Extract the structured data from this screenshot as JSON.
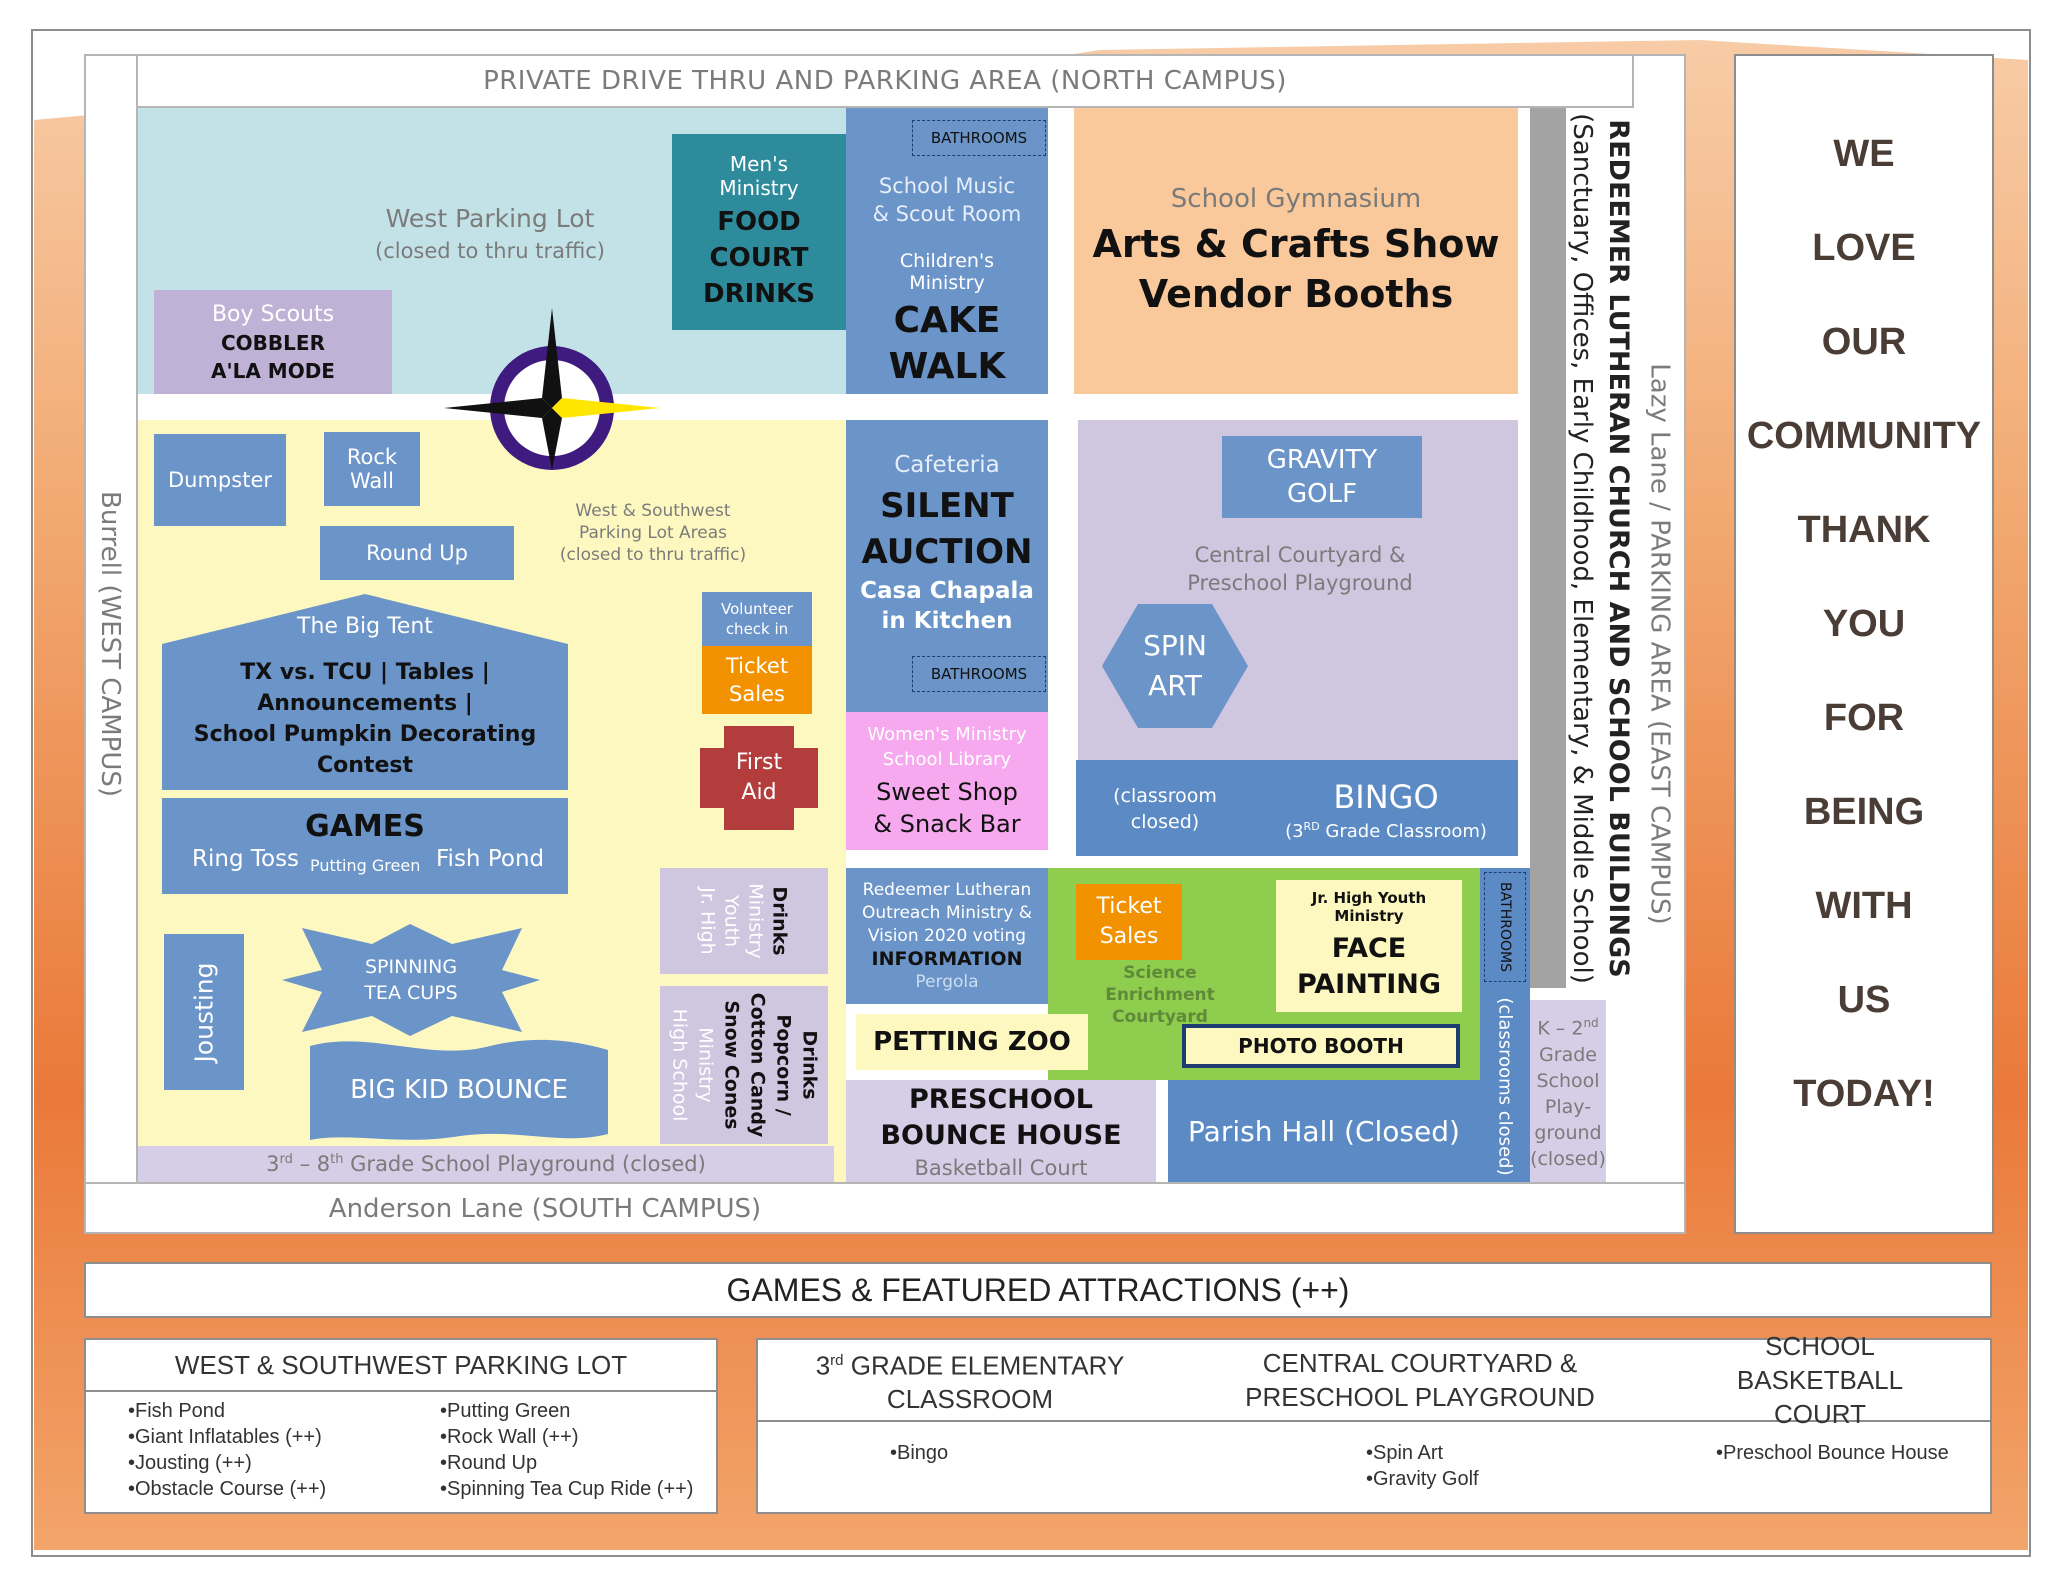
{
  "map": {
    "north": "PRIVATE DRIVE THRU AND PARKING AREA  (NORTH CAMPUS)",
    "south": "Anderson Lane  (SOUTH CAMPUS)",
    "west": "Burrell  (WEST CAMPUS)",
    "east": "Lazy Lane / PARKING AREA (EAST CAMPUS)",
    "church_title": "REDEEMER LUTHERAN CHURCH AND SCHOOL BUILDINGS",
    "church_sub": "(Sanctuary, Offices, Early Childhood, Elementary, & Middle School)",
    "west_lot": {
      "title": "West Parking Lot",
      "sub": "(closed to thru traffic)"
    },
    "boy_scouts": {
      "org": "Boy Scouts",
      "l1": "COBBLER",
      "l2": "A'LA MODE"
    },
    "food_court": {
      "org1": "Men's",
      "org2": "Ministry",
      "l1": "FOOD",
      "l2": "COURT",
      "l3": "DRINKS"
    },
    "bathrooms": "BATHROOMS",
    "music_room": {
      "l1": "School Music",
      "l2": "& Scout Room"
    },
    "cake_walk": {
      "org1": "Children's",
      "org2": "Ministry",
      "l1": "CAKE",
      "l2": "WALK"
    },
    "gym": {
      "title": "School Gymnasium",
      "l1": "Arts & Crafts Show",
      "l2": "Vendor Booths"
    },
    "dumpster": "Dumpster",
    "rock_wall": {
      "l1": "Rock",
      "l2": "Wall"
    },
    "round_up": "Round Up",
    "sw_lot": {
      "l1": "West & Southwest",
      "l2": "Parking Lot Areas",
      "l3": "(closed to thru traffic)"
    },
    "big_tent": {
      "title": "The Big Tent",
      "l1": "TX vs. TCU | Tables |",
      "l2": "Announcements |",
      "l3": "School Pumpkin Decorating",
      "l4": "Contest"
    },
    "games": {
      "title": "GAMES",
      "ring": "Ring Toss",
      "putting": "Putting Green",
      "fish": "Fish Pond"
    },
    "jousting": "Jousting",
    "tea_cups": {
      "l1": "SPINNING",
      "l2": "TEA CUPS"
    },
    "big_kid": "BIG KID BOUNCE",
    "volunteer": {
      "l1": "Volunteer",
      "l2": "check in"
    },
    "ticket_sales": {
      "l1": "Ticket",
      "l2": "Sales"
    },
    "first_aid": {
      "l1": "First",
      "l2": "Aid"
    },
    "jr_high_drinks": {
      "l1": "Jr. High",
      "l2": "Youth",
      "l3": "Ministry",
      "l4": "Drinks"
    },
    "high_school": {
      "l1": "High School",
      "l2": "Ministry",
      "l3": "Snow Cones",
      "l4": "Cotton Candy",
      "l5": "Popcorn /",
      "l6": "Drinks"
    },
    "playground_38": {
      "pre": "3",
      "sup1": "rd",
      "mid": " – 8",
      "sup2": "th",
      "post": " Grade School Playground (closed)"
    },
    "cafeteria": {
      "title": "Cafeteria",
      "l1": "SILENT",
      "l2": "AUCTION",
      "l3": "Casa Chapala",
      "l4": "in Kitchen"
    },
    "womens": {
      "l1": "Women's Ministry",
      "l2": "School Library",
      "l3": "Sweet Shop",
      "l4": "& Snack Bar"
    },
    "information": {
      "l1": "Redeemer Lutheran",
      "l2": "Outreach Ministry &",
      "l3": "Vision 2020 voting",
      "l4": "INFORMATION",
      "l5": "Pergola"
    },
    "petting_zoo": "PETTING ZOO",
    "preschool_bounce": {
      "l1": "PRESCHOOL",
      "l2": "BOUNCE HOUSE",
      "l3": "Basketball Court"
    },
    "gravity_golf": {
      "l1": "GRAVITY",
      "l2": "GOLF"
    },
    "courtyard": {
      "l1": "Central Courtyard &",
      "l2": "Preschool Playground"
    },
    "spin_art": {
      "l1": "SPIN",
      "l2": "ART"
    },
    "classroom_closed": {
      "l1": "(classroom",
      "l2": "closed)"
    },
    "bingo": {
      "title": "BINGO",
      "pre": "(3",
      "sup": "RD",
      "post": " Grade Classroom)"
    },
    "science": {
      "l1": "Science Enrichment",
      "l2": "Courtyard"
    },
    "face_painting": {
      "org1": "Jr. High Youth",
      "org2": "Ministry",
      "l1": "FACE",
      "l2": "PAINTING"
    },
    "photo_booth": "PHOTO BOOTH",
    "parish_hall": "Parish Hall (Closed)",
    "classrooms_closed": "(classrooms closed)",
    "k2": {
      "pre": "K – 2",
      "sup": "nd",
      "l2": "Grade",
      "l3": "School",
      "l4": "Play-",
      "l5": "ground",
      "l6": "(closed)"
    }
  },
  "side_banner": [
    "WE",
    "LOVE",
    "OUR",
    "COMMUNITY",
    "THANK",
    "YOU",
    "FOR",
    "BEING",
    "WITH",
    "US",
    "TODAY!"
  ],
  "legend": {
    "header": "GAMES & FEATURED ATTRACTIONS (++)",
    "west_box": {
      "title": "WEST & SOUTHWEST PARKING LOT",
      "col1": [
        "Fish Pond",
        "Giant Inflatables (++)",
        "Jousting (++)",
        "Obstacle Course (++)"
      ],
      "col2": [
        "Putting Green",
        "Rock Wall (++)",
        "Round Up",
        "Spinning Tea Cup Ride (++)"
      ]
    },
    "grade3": {
      "pre": "3",
      "sup": "rd",
      "l1": " GRADE ELEMENTARY",
      "l2": "CLASSROOM",
      "items": [
        "Bingo"
      ]
    },
    "courtyard": {
      "l1": "CENTRAL COURTYARD &",
      "l2": "PRESCHOOL PLAYGROUND",
      "items": [
        "Spin Art",
        "Gravity Golf"
      ]
    },
    "basketball": {
      "l1": "SCHOOL BASKETBALL",
      "l2": "COURT",
      "items": [
        "Preschool Bounce House"
      ]
    }
  },
  "colors": {
    "blue": "#6b94c8",
    "dark_teal": "#2e8b9c",
    "orange": "#f39200",
    "peach": "#f9c89b",
    "lavender": "#cfc6e0",
    "light_yellow": "#fdf8c0",
    "light_cyan": "#c3e2e8",
    "green": "#8fcd4e",
    "pink": "#f6a9ee",
    "red": "#b33d3d",
    "gray": "#a3a3a3",
    "banner_text": "#4a3d36"
  }
}
